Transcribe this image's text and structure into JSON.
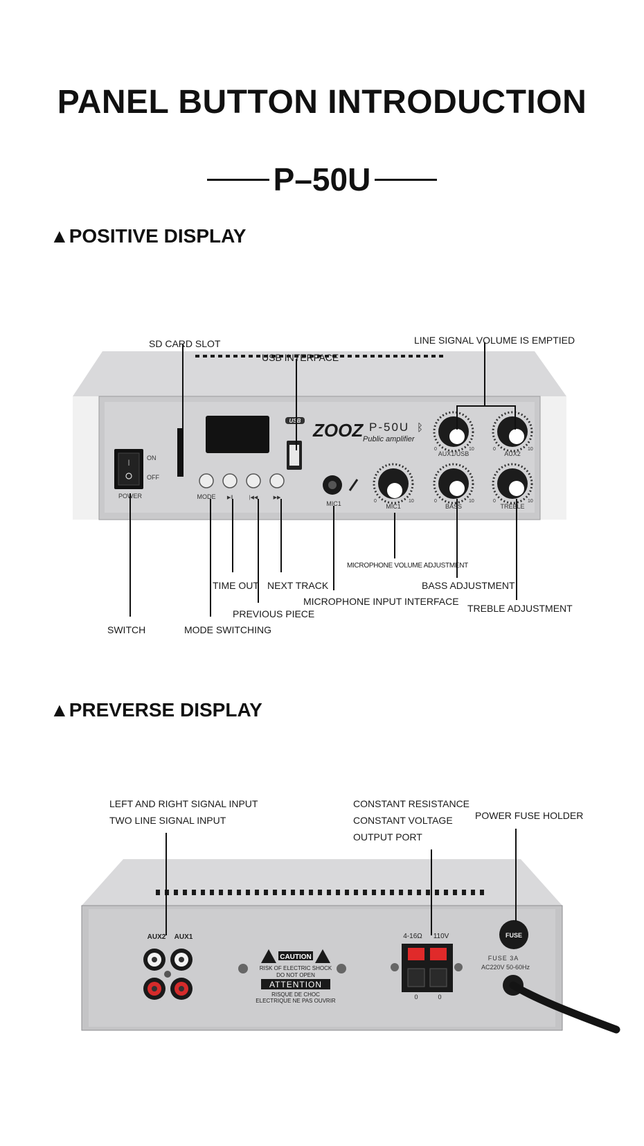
{
  "title": "PANEL BUTTON INTRODUCTION",
  "model": "P–50U",
  "front": {
    "heading": "▲POSITIVE DISPLAY",
    "labels": {
      "sd_card_slot": "SD CARD SLOT",
      "usb_interface": "USB INTERFACE",
      "line_signal_volume": "LINE SIGNAL VOLUME IS EMPTIED",
      "mic_volume_adjustment": "MICROPHONE VOLUME ADJUSTMENT",
      "time_out": "TIME OUT",
      "next_track": "NEXT TRACK",
      "bass_adjustment": "BASS ADJUSTMENT",
      "mic_input_interface": "MICROPHONE INPUT INTERFACE",
      "treble_adjustment": "TREBLE ADJUSTMENT",
      "previous_piece": "PREVIOUS PIECE",
      "switch": "SWITCH",
      "mode_switching": "MODE SWITCHING"
    },
    "device": {
      "brand": "ZOOZ",
      "model": "P-50U",
      "subtitle": "Public amplifier",
      "usb_badge": "USB",
      "switch_on": "ON",
      "switch_off": "OFF",
      "power_label": "POWER",
      "mode_label": "MODE",
      "play_glyph": "▶‖",
      "prev_glyph": "|◀◀",
      "next_glyph": "▶▶",
      "mic_label": "MIC1",
      "knob_aux1": "AUX1/USB",
      "knob_aux2": "AUX2",
      "knob_mic": "MIC1",
      "knob_bass": "BASS",
      "knob_treble": "TREBLE",
      "scale_min": "0",
      "scale_max": "10"
    }
  },
  "rear": {
    "heading": "▲PREVERSE DISPLAY",
    "labels": {
      "lr_signal_input": "LEFT AND RIGHT SIGNAL INPUT",
      "two_line_input": "TWO LINE SIGNAL INPUT",
      "constant_resistance": "CONSTANT RESISTANCE",
      "constant_voltage": "CONSTANT VOLTAGE",
      "output_port": "OUTPUT PORT",
      "power_fuse_holder": "POWER FUSE HOLDER"
    },
    "device": {
      "aux2": "AUX2",
      "aux1": "AUX1",
      "caution": "CAUTION",
      "risk_line1": "RISK OF ELECTRIC SHOCK",
      "risk_line2": "DO NOT OPEN",
      "attention": "ATTENTION",
      "fr_line1": "RISQUE DE CHOC",
      "fr_line2": "ELECTRIQUE NE PAS OUVRIR",
      "impedance": "4-16Ω",
      "voltage": "110V",
      "terminal_a": "0",
      "terminal_b": "0",
      "fuse_cap": "FUSE",
      "fuse_rating": "FUSE  3A",
      "ac_rating": "AC220V 50-60Hz"
    }
  }
}
